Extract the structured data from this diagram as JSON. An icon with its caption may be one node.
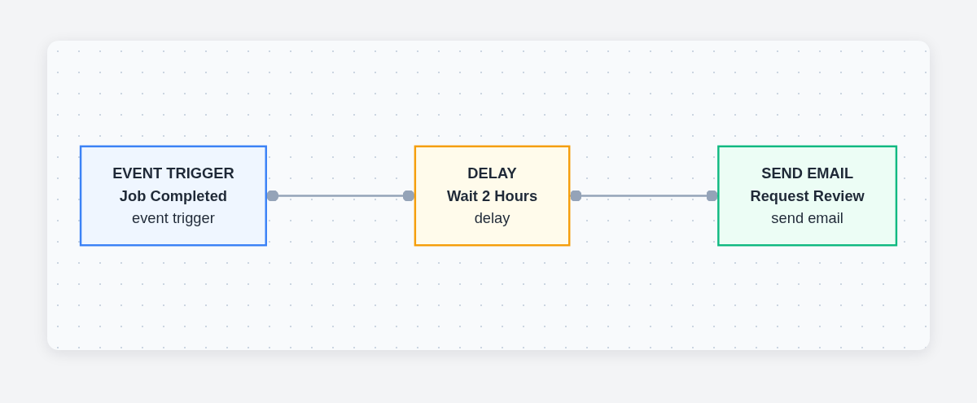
{
  "diagram": {
    "nodes": [
      {
        "text": [
          "EVENT TRIGGER",
          "Job Completed",
          "event trigger"
        ]
      },
      {
        "text": [
          "DELAY",
          "Wait 2 Hours",
          "delay"
        ]
      },
      {
        "text": [
          "SEND EMAIL",
          "Request Review",
          "send email"
        ]
      }
    ],
    "edges": [
      {
        "from": 0,
        "to": 1,
        "arrow": "other"
      },
      {
        "from": 1,
        "to": 2,
        "arrow": "other"
      }
    ]
  }
}
